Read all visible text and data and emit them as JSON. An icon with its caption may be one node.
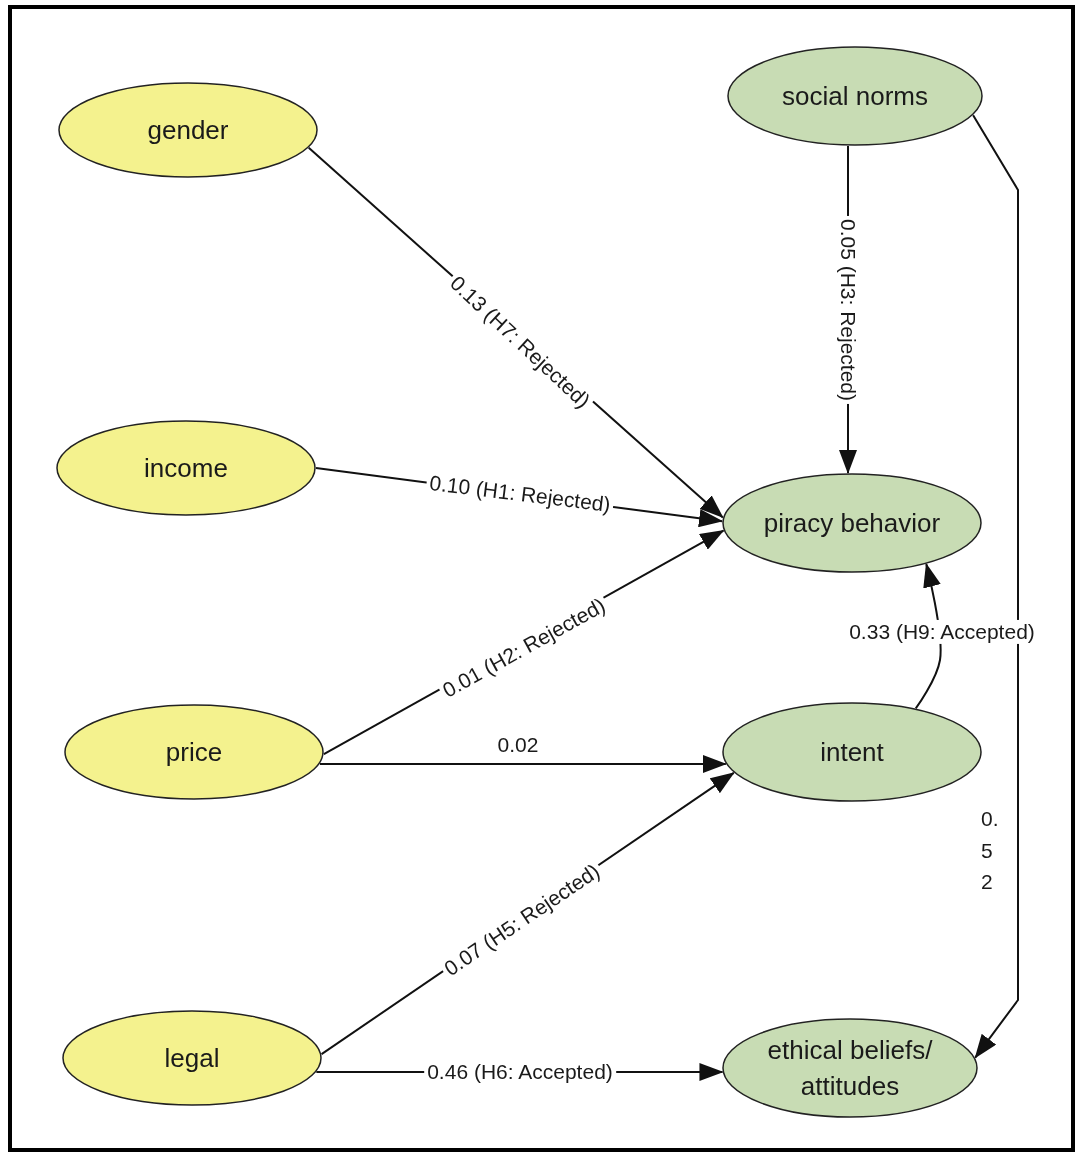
{
  "diagram": {
    "nodes": [
      {
        "text": [
          "gender"
        ]
      },
      {
        "text": [
          "social norms"
        ]
      },
      {
        "text": [
          "income"
        ]
      },
      {
        "text": [
          "piracy behavior"
        ]
      },
      {
        "text": [
          "price"
        ]
      },
      {
        "text": [
          "intent"
        ]
      },
      {
        "text": [
          "legal"
        ]
      },
      {
        "text": [
          "ethical beliefs/ attitudes"
        ]
      }
    ],
    "edges": [
      {
        "from": 0,
        "to": 3,
        "arrow": "to",
        "label": "0.13 (H7: Rejected)"
      },
      {
        "from": 1,
        "to": 3,
        "arrow": "to",
        "label": "0.05 (H3: Rejected)"
      },
      {
        "from": 2,
        "to": 3,
        "arrow": "to",
        "label": "0.10 (H1: Rejected)"
      },
      {
        "from": 4,
        "to": 3,
        "arrow": "to",
        "label": "0.01 (H2: Rejected)"
      },
      {
        "from": 4,
        "to": 5,
        "arrow": "to",
        "label": "0.02"
      },
      {
        "from": 5,
        "to": 3,
        "arrow": "to",
        "label": "0.33 (H9: Accepted)"
      },
      {
        "from": 6,
        "to": 5,
        "arrow": "to",
        "label": "0.07 (H5: Rejected)"
      },
      {
        "from": 6,
        "to": 7,
        "arrow": "to",
        "label": "0.46 (H6: Accepted)"
      },
      {
        "from": 1,
        "to": 7,
        "arrow": "to",
        "label": "0.52"
      }
    ]
  }
}
